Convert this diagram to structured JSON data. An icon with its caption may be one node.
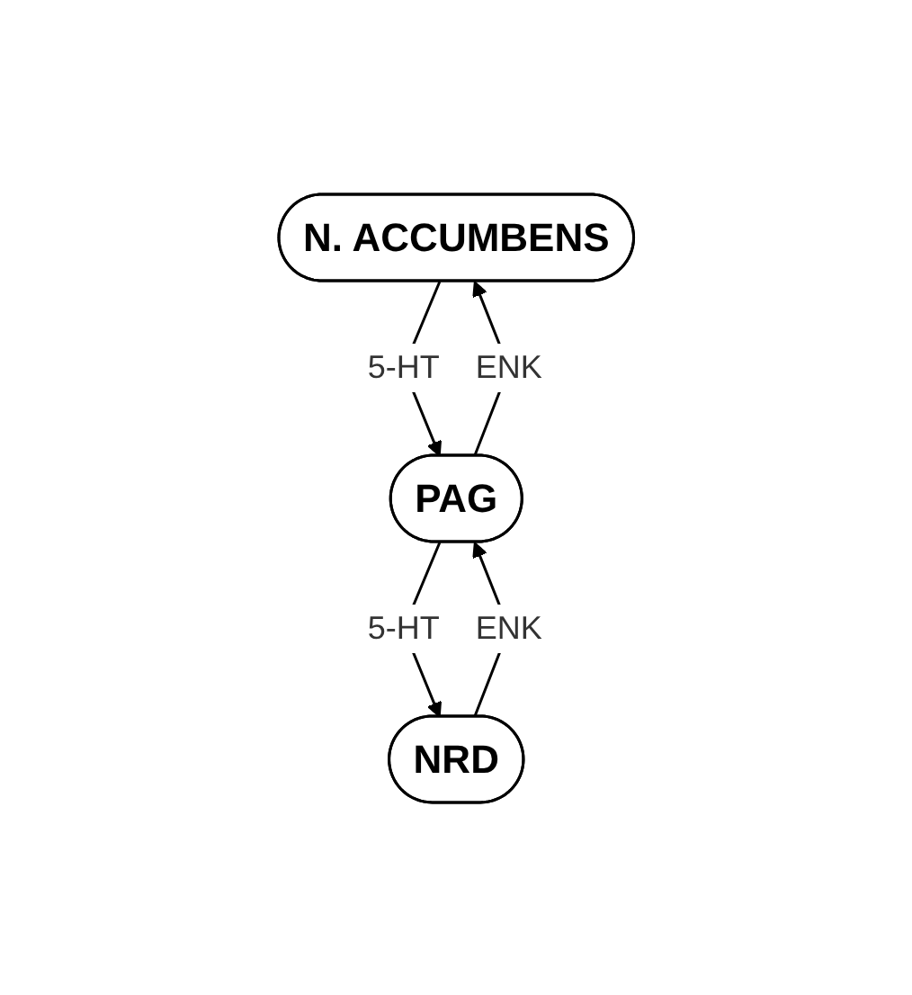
{
  "diagram": {
    "nodes": [
      {
        "text": [
          "N. ACCUMBENS"
        ]
      },
      {
        "text": [
          "PAG"
        ]
      },
      {
        "text": [
          "NRD"
        ]
      }
    ],
    "edges": [
      {
        "from": 1,
        "to": 0,
        "arrow": "to",
        "label": "ENK"
      },
      {
        "from": 0,
        "to": 1,
        "arrow": "to",
        "label": "5-HT"
      },
      {
        "from": 2,
        "to": 1,
        "arrow": "to",
        "label": "ENK"
      },
      {
        "from": 1,
        "to": 2,
        "arrow": "to",
        "label": "5-HT"
      }
    ]
  }
}
